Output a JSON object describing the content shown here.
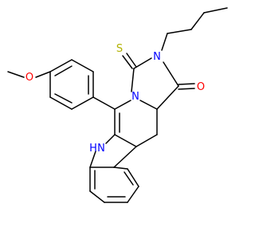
{
  "structure": {
    "atoms": {
      "oxygen_methoxy": "O",
      "sulfur_thione": "S",
      "nitrogen_ring_a": "N",
      "nitrogen_ring_b": "N",
      "oxygen_carbonyl": "O",
      "nitrogen_indole": "N",
      "hydrogen_indole": "H"
    },
    "colors": {
      "bond": "#000000",
      "oxygen": "#ff0000",
      "nitrogen": "#0000ff",
      "sulfur": "#b2b200",
      "carbon": "#000000"
    }
  }
}
